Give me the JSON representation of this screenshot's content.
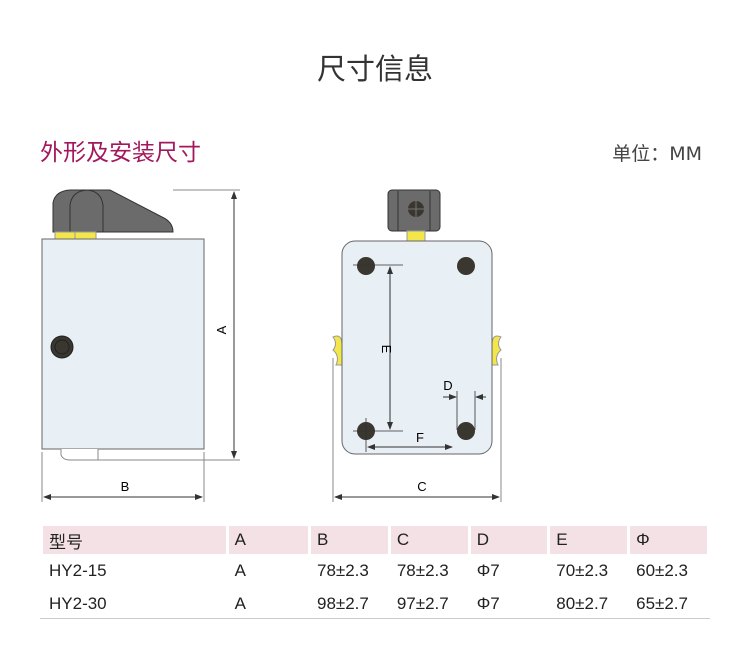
{
  "title": "尺寸信息",
  "subtitle": "外形及安装尺寸",
  "unit": "单位：MM",
  "diagram_labels": {
    "a": "A",
    "b": "B",
    "c": "C",
    "d": "D",
    "e": "E",
    "f": "F"
  },
  "table": {
    "headers": [
      "型号",
      "A",
      "B",
      "C",
      "D",
      "E",
      "Φ"
    ],
    "rows": [
      [
        "HY2-15",
        "A",
        "78±2.3",
        "78±2.3",
        "Φ7",
        "70±2.3",
        "60±2.3"
      ],
      [
        "HY2-30",
        "A",
        "98±2.7",
        "97±2.7",
        "Φ7",
        "80±2.7",
        "65±2.7"
      ]
    ]
  },
  "colors": {
    "accent": "#a3185c",
    "header_bg": "#f3e1e6",
    "body": "#e8eff5",
    "knob": "#6b6b6b",
    "yellow": "#f2e64a"
  }
}
